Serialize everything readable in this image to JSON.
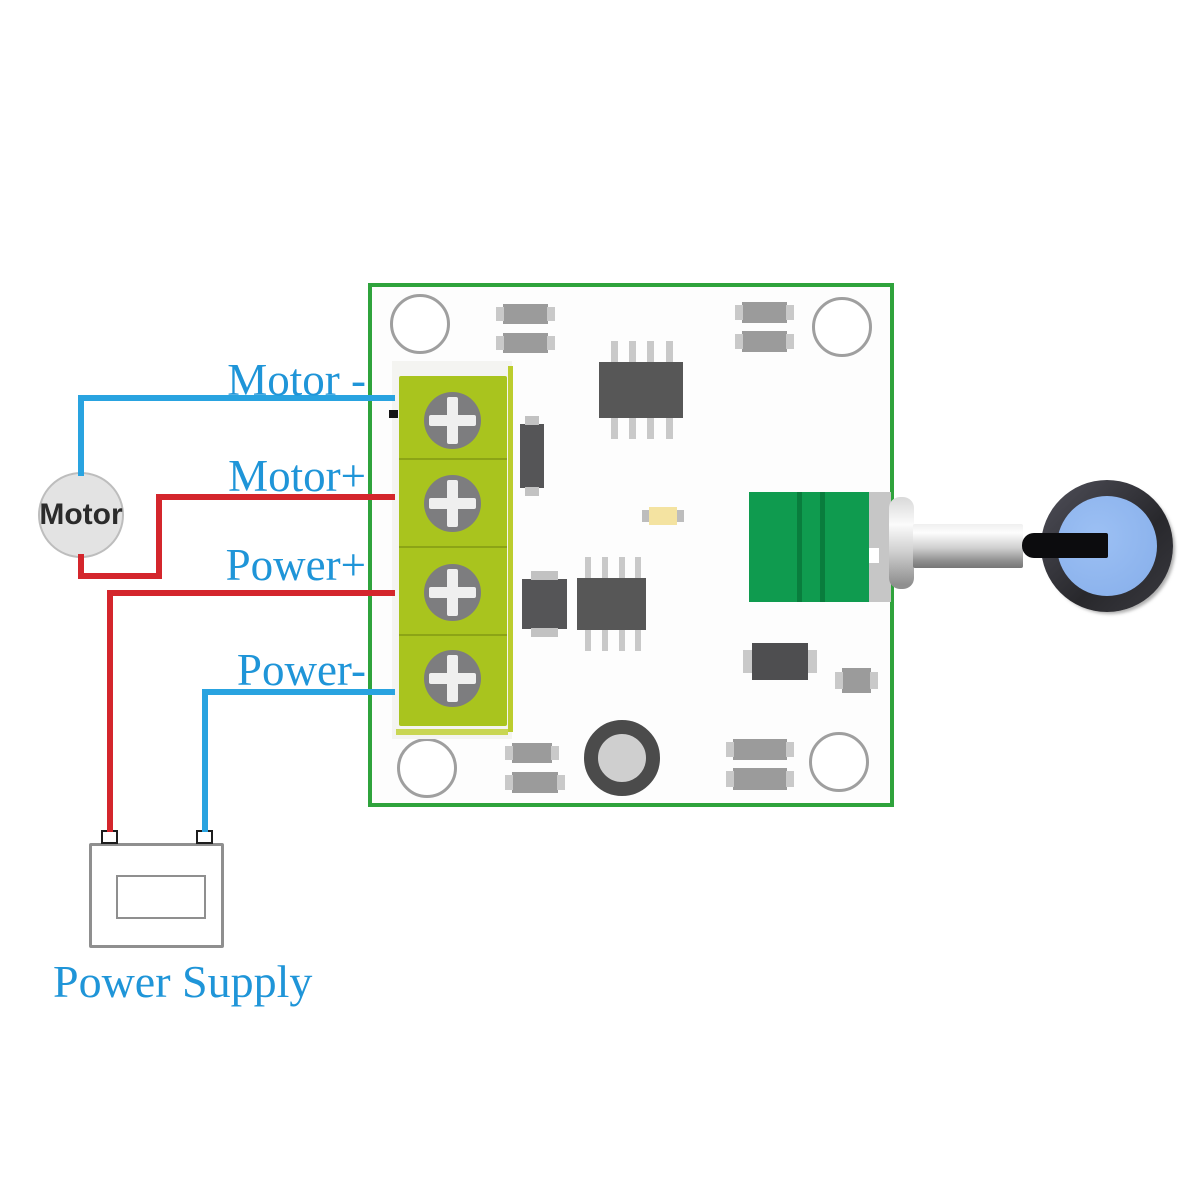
{
  "wiring": {
    "terminal_labels": {
      "motor_minus": "Motor -",
      "motor_plus": "Motor+",
      "power_plus": "Power+",
      "power_minus": "Power-"
    },
    "motor_label": "Motor",
    "power_supply_label": "Power Supply",
    "colors": {
      "wire_blue": "#29a3e0",
      "wire_red": "#d4262c",
      "label_text_blue": "#1f95d8",
      "pcb_outline_green": "#2fa33c",
      "terminal_block_green": "#a9c41e",
      "potentiometer_green": "#0f9b4f",
      "knob_face_blue": "#8fb6f0",
      "knob_ring_gray": "#323237",
      "led_yellow": "#f4e3a1"
    }
  }
}
